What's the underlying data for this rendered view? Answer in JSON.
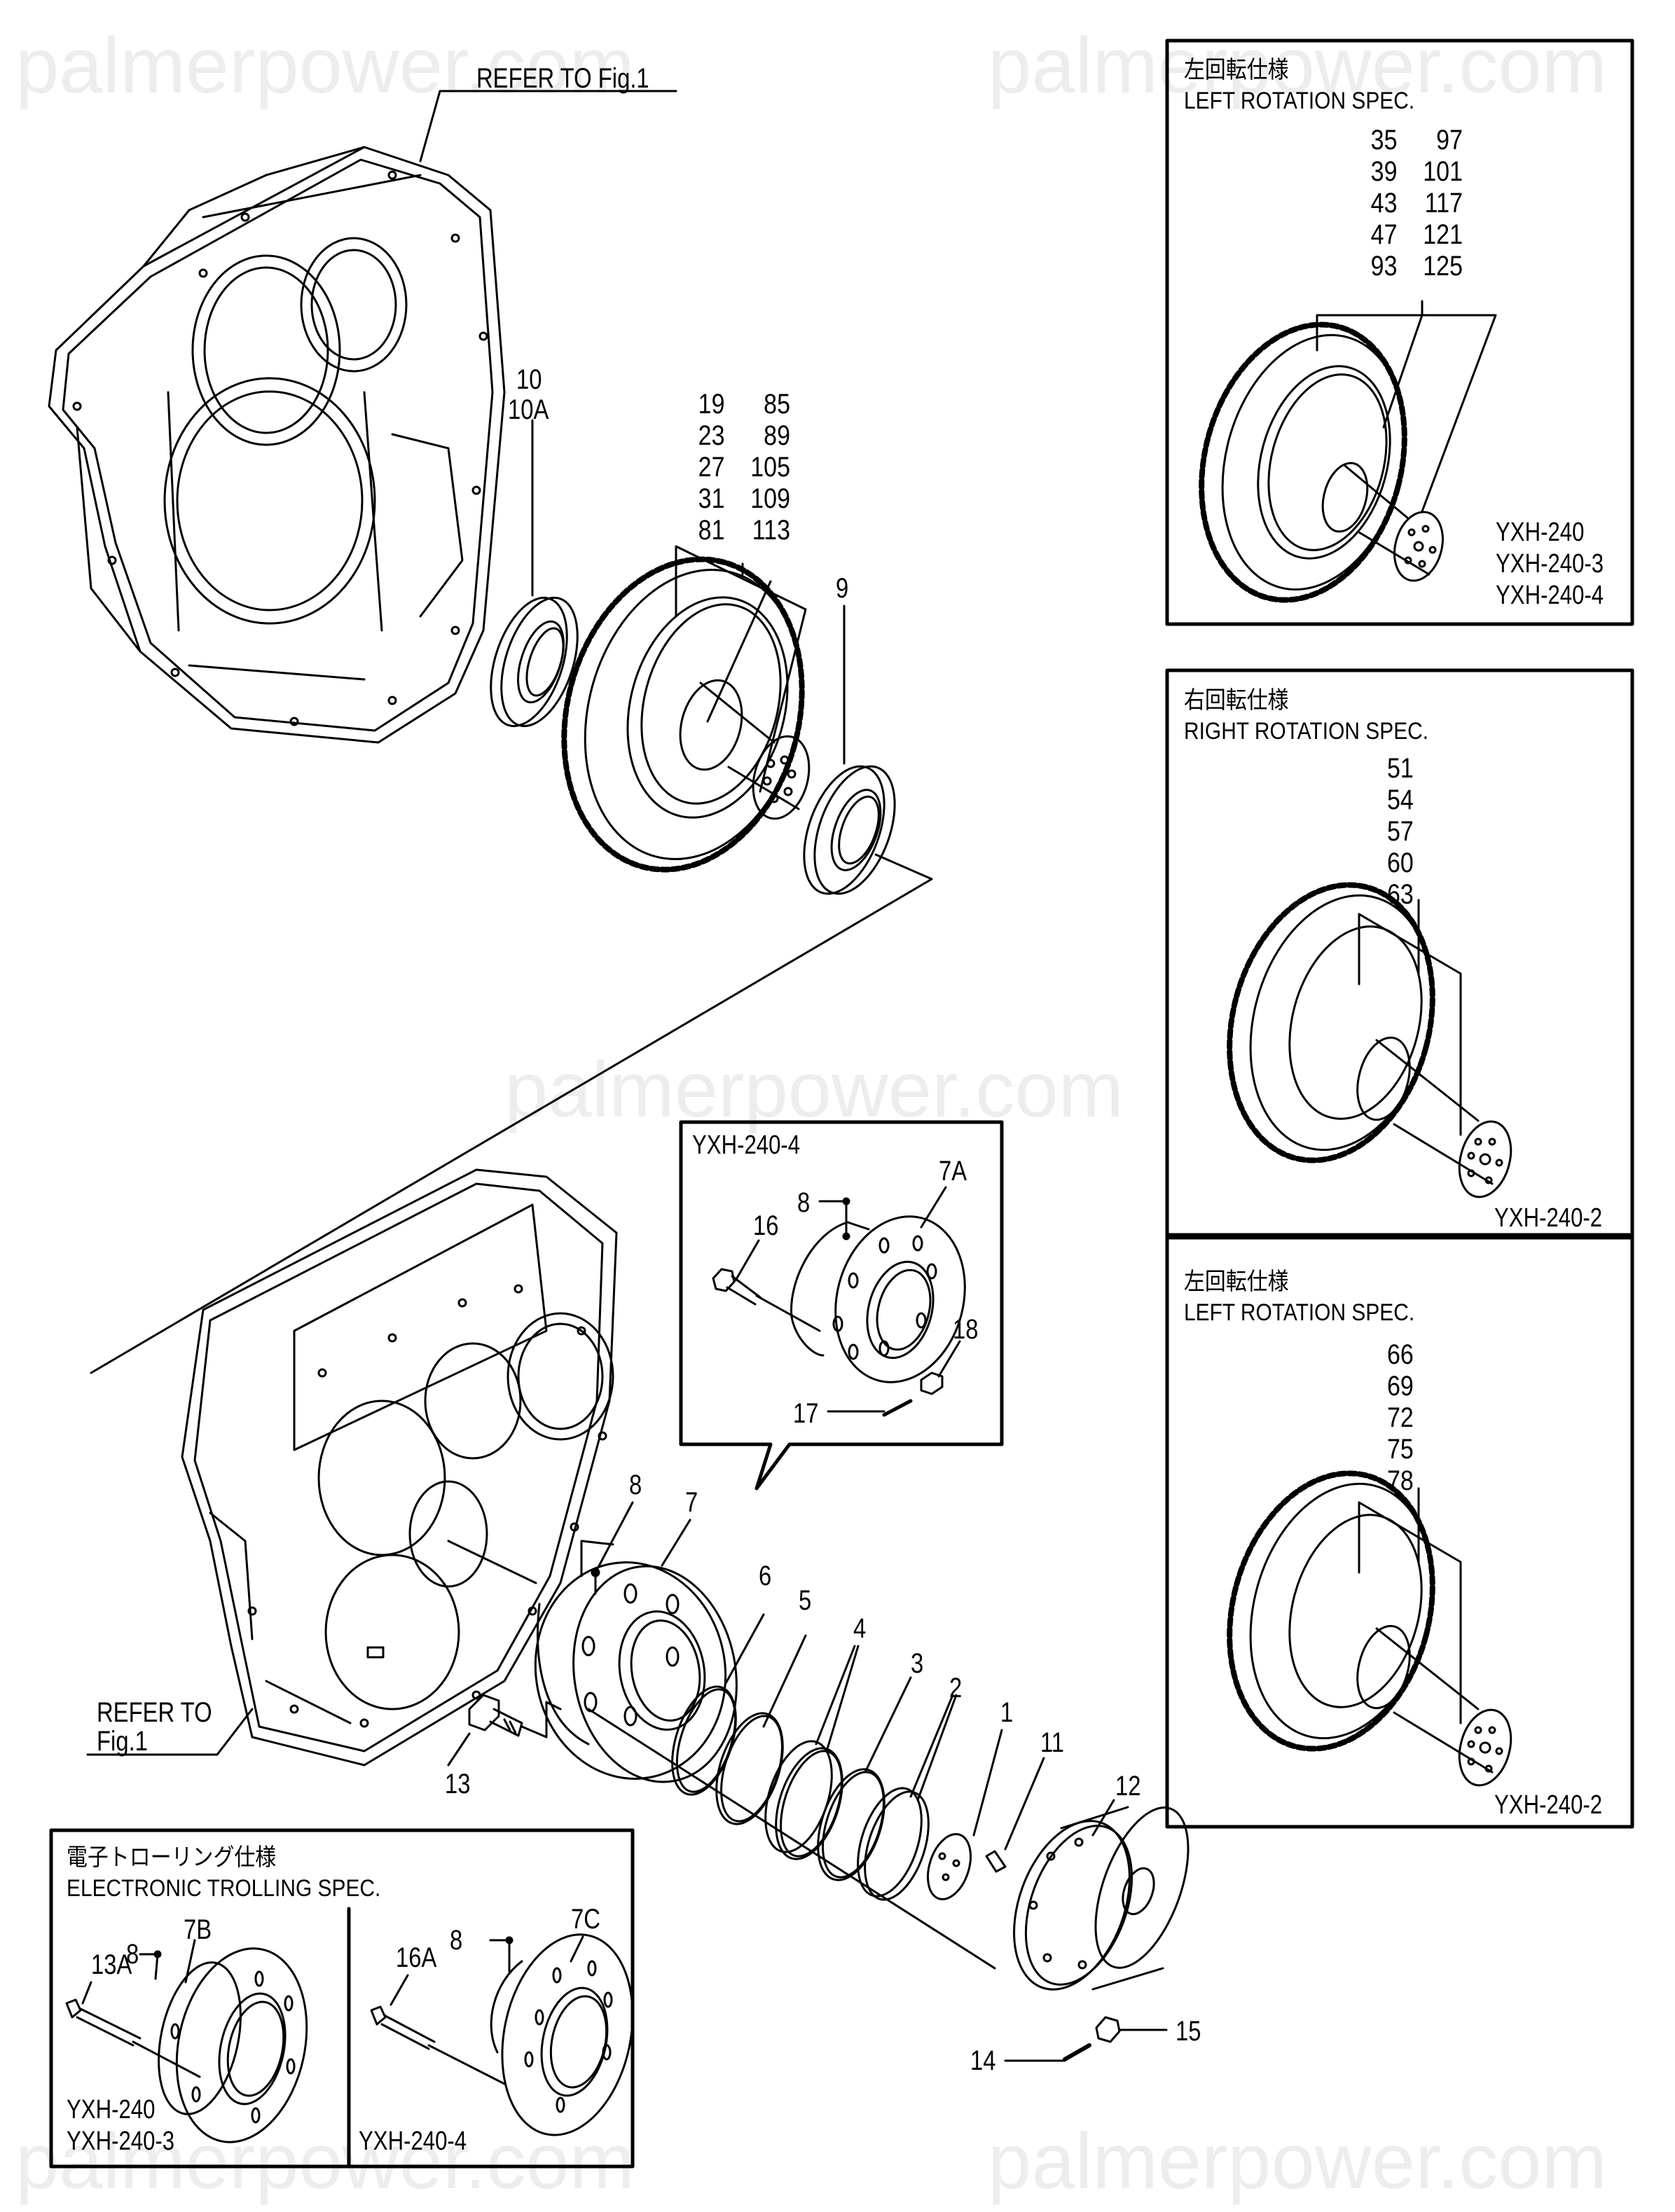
{
  "watermark": "palmerpower.com",
  "refer_top": "REFER TO Fig.1",
  "refer_bottom": [
    "REFER TO",
    "Fig.1"
  ],
  "callouts": {
    "p10": "10",
    "p10A": "10A",
    "p9": "9",
    "p8": "8",
    "p7": "7",
    "p6": "6",
    "p5": "5",
    "p4": "4",
    "p3": "3",
    "p2": "2",
    "p1": "1",
    "p11": "11",
    "p12": "12",
    "p13": "13",
    "p14": "14",
    "p15": "15"
  },
  "center_gear_parts": [
    [
      "19",
      "85"
    ],
    [
      "23",
      "89"
    ],
    [
      "27",
      "105"
    ],
    [
      "31",
      "109"
    ],
    [
      "81",
      "113"
    ]
  ],
  "inset_yxh240_4": {
    "model": "YXH-240-4",
    "labels": {
      "p7A": "7A",
      "p8": "8",
      "p16": "16",
      "p17": "17",
      "p18": "18"
    }
  },
  "panels": [
    {
      "title_jp": "左回転仕様",
      "title_en": "LEFT ROTATION SPEC.",
      "parts": [
        [
          "35",
          "97"
        ],
        [
          "39",
          "101"
        ],
        [
          "43",
          "117"
        ],
        [
          "47",
          "121"
        ],
        [
          "93",
          "125"
        ]
      ],
      "models": [
        "YXH-240",
        "YXH-240-3",
        "YXH-240-4"
      ]
    },
    {
      "title_jp": "右回転仕様",
      "title_en": "RIGHT ROTATION SPEC.",
      "parts": [
        "51",
        "54",
        "57",
        "60",
        "63"
      ],
      "models": [
        "YXH-240-2"
      ]
    },
    {
      "title_jp": "左回転仕様",
      "title_en": "LEFT ROTATION SPEC.",
      "parts": [
        "66",
        "69",
        "72",
        "75",
        "78"
      ],
      "models": [
        "YXH-240-2"
      ]
    }
  ],
  "trolling": {
    "title_jp": "電子トローリング仕様",
    "title_en": "ELECTRONIC TROLLING SPEC.",
    "left": {
      "labels": {
        "p13A": "13A",
        "p8": "8",
        "p7B": "7B"
      },
      "models": [
        "YXH-240",
        "YXH-240-3"
      ]
    },
    "right": {
      "labels": {
        "p16A": "16A",
        "p8": "8",
        "p7C": "7C"
      },
      "models": [
        "YXH-240-4"
      ]
    }
  }
}
